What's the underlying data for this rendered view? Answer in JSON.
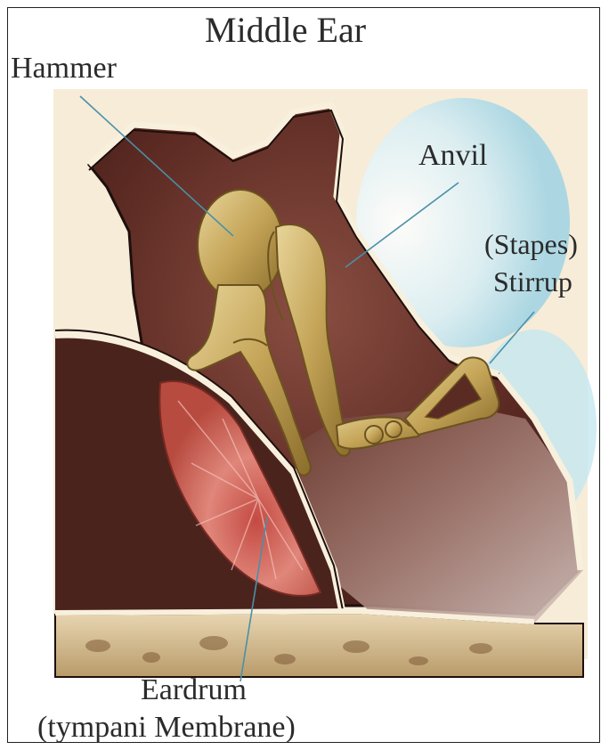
{
  "title": "Middle Ear",
  "labels": {
    "hammer": "Hammer",
    "anvil": "Anvil",
    "stapes": "(Stapes)",
    "stirrup": "Stirrup",
    "eardrum": "Eardrum",
    "tympani": "(tympani Membrane)"
  },
  "colors": {
    "cavity": "#5a2b23",
    "bone": "#c7a860",
    "eardrum": "#d9766b",
    "wall": "#f3e8cf",
    "fluid": "#bfe4ef"
  }
}
